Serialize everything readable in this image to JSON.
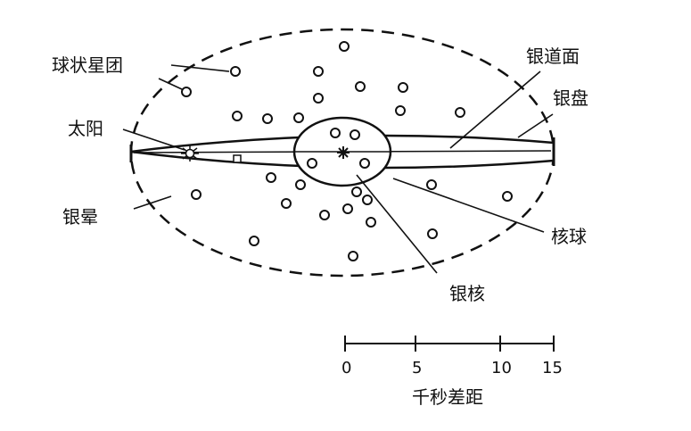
{
  "labels": {
    "globular_clusters": "球状星团",
    "sun": "太阳",
    "halo": "银晕",
    "galactic_plane": "银道面",
    "disk": "银盘",
    "bulge": "核球",
    "nucleus": "银核"
  },
  "scale": {
    "ticks": [
      "0",
      "5",
      "10",
      "15"
    ],
    "unit": "千秒差距"
  }
}
